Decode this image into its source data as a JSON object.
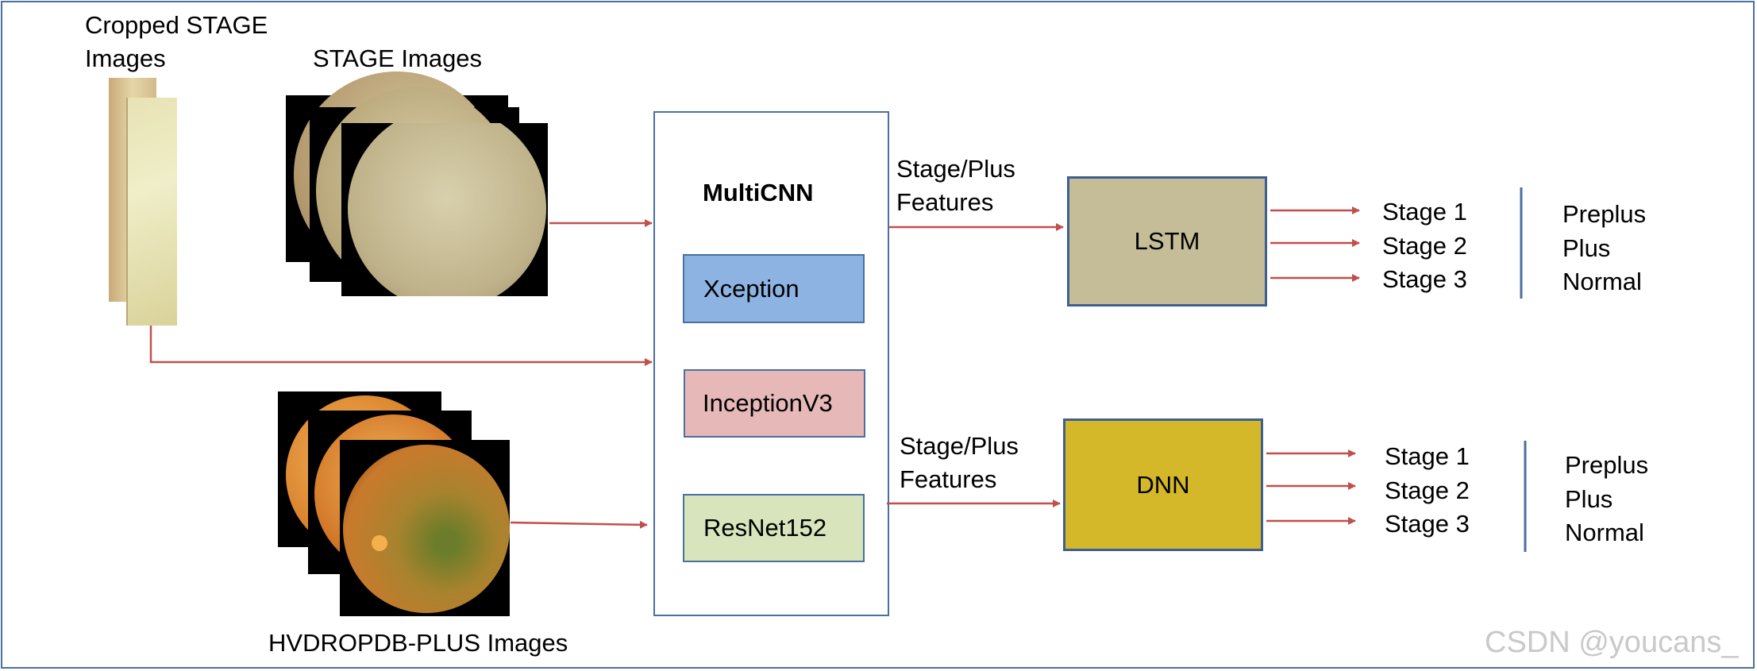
{
  "inputs": {
    "cropped_stage_label_line1": "Cropped STAGE",
    "cropped_stage_label_line2": "Images",
    "stage_images_label": "STAGE Images",
    "hvdropdb_label": "HVDROPDB-PLUS Images"
  },
  "multicnn": {
    "title": "MultiCNN",
    "models": [
      "Xception",
      "InceptionV3",
      "ResNet152"
    ]
  },
  "features": {
    "top_line1": "Stage/Plus",
    "top_line2": "Features",
    "bottom_line1": "Stage/Plus",
    "bottom_line2": "Features"
  },
  "classifiers": {
    "lstm": "LSTM",
    "dnn": "DNN"
  },
  "outputs": {
    "top_stages": [
      "Stage 1",
      "Stage 2",
      "Stage 3"
    ],
    "top_plus": [
      "Preplus",
      "Plus",
      "Normal"
    ],
    "bottom_stages": [
      "Stage 1",
      "Stage 2",
      "Stage 3"
    ],
    "bottom_plus": [
      "Preplus",
      "Plus",
      "Normal"
    ]
  },
  "watermark": "CSDN @youcans_",
  "colors": {
    "border": "#4a6fa0",
    "arrow": "#c0504d",
    "xception": "#8db3e2",
    "inceptionv3": "#e6b8b7",
    "resnet152": "#d7e4bc",
    "lstm": "#c4bd97",
    "dnn": "#d4b82a"
  }
}
